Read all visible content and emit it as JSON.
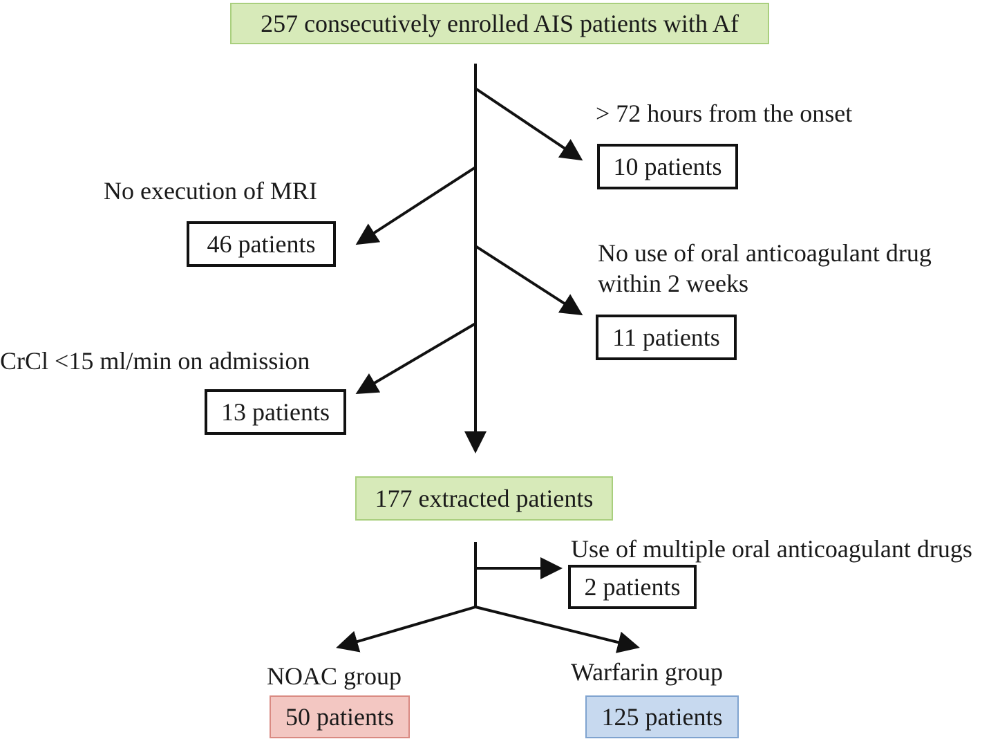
{
  "nodes": {
    "enrolled": "257 consecutively enrolled AIS patients with Af",
    "onset_label": "> 72 hours from the onset",
    "onset_count": "10 patients",
    "mri_label": "No execution of MRI",
    "mri_count": "46 patients",
    "oac_label_1": "No use of oral anticoagulant drug",
    "oac_label_2": "within 2 weeks",
    "oac_count": "11 patients",
    "crcl_label": "CrCl <15 ml/min on admission",
    "crcl_count": "13 patients",
    "extracted": "177 extracted patients",
    "multiple_label": "Use of multiple oral anticoagulant drugs",
    "multiple_count": "2 patients",
    "noac_label": "NOAC group",
    "noac_count": "50 patients",
    "warfarin_label": "Warfarin group",
    "warfarin_count": "125 patients"
  },
  "colors": {
    "line": "#111111",
    "start_fill": "#d7eab9",
    "noac_fill": "#f3c7c2",
    "warfarin_fill": "#c7d9ef"
  }
}
